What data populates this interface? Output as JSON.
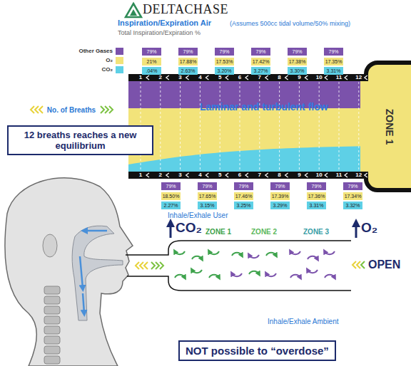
{
  "diagram": {
    "title": "Inspiration/Expiration Air",
    "nodes": [
      {
        "text": [
          "79%"
        ]
      },
      {
        "text": [
          "21%"
        ]
      },
      {
        "text": [
          ".04%"
        ]
      },
      {
        "text": [
          "79%"
        ]
      },
      {
        "text": [
          "17.88%"
        ]
      },
      {
        "text": [
          "2.63%"
        ]
      },
      {
        "text": [
          "79%"
        ]
      },
      {
        "text": [
          "17.53%"
        ]
      },
      {
        "text": [
          "3.20%"
        ]
      },
      {
        "text": [
          "79%"
        ]
      },
      {
        "text": [
          "17.42%"
        ]
      },
      {
        "text": [
          "3.27%"
        ]
      },
      {
        "text": [
          "79%"
        ]
      },
      {
        "text": [
          "17.38%"
        ]
      },
      {
        "text": [
          "3.30%"
        ]
      },
      {
        "text": [
          "79%"
        ]
      },
      {
        "text": [
          "17.35%"
        ]
      },
      {
        "text": [
          "3.31%"
        ]
      },
      {
        "text": [
          "79%"
        ]
      },
      {
        "text": [
          "18.50%"
        ]
      },
      {
        "text": [
          "2.27%"
        ]
      },
      {
        "text": [
          "79%"
        ]
      },
      {
        "text": [
          "17.65%"
        ]
      },
      {
        "text": [
          "3.15%"
        ]
      },
      {
        "text": [
          "79%"
        ]
      },
      {
        "text": [
          "17.46%"
        ]
      },
      {
        "text": [
          "3.25%"
        ]
      },
      {
        "text": [
          "79%"
        ]
      },
      {
        "text": [
          "17.39%"
        ]
      },
      {
        "text": [
          "3.29%"
        ]
      },
      {
        "text": [
          "79%"
        ]
      },
      {
        "text": [
          "17.36%"
        ]
      },
      {
        "text": [
          "3.31%"
        ]
      },
      {
        "text": [
          "79%"
        ]
      },
      {
        "text": [
          "17.34%"
        ]
      },
      {
        "text": [
          "3.32%"
        ]
      },
      {
        "text": [
          "Laminar and turbulent flow"
        ]
      },
      {
        "text": [
          "ZONE 1"
        ]
      },
      {
        "text": [
          "12 breaths reaches a new equilibrium"
        ]
      },
      {
        "text": [
          "ZONE 1",
          "ZONE 2",
          "ZONE 3"
        ]
      },
      {
        "text": [
          "NOT possible to “overdose”"
        ]
      }
    ],
    "labels": [
      "DELTACHASE",
      "(Assumes 500cc tidal volume/50% mixing)",
      "Total Inspiration/Expiration %",
      "1",
      "2",
      "3",
      "4",
      "5",
      "6",
      "7",
      "8",
      "9",
      "10",
      "11",
      "12",
      "1",
      "2",
      "3",
      "4",
      "5",
      "6",
      "7",
      "8",
      "9",
      "10",
      "11",
      "12",
      "No. of Breaths",
      "Inhale/Exhale User",
      "CO₂",
      "O₂",
      "OPEN",
      "Inhale/Exhale Ambient"
    ],
    "legend": [
      {
        "text": "Other Gases",
        "color": "#7b52ab"
      },
      {
        "text": "O₂",
        "color": "#f2e37a"
      },
      {
        "text": "CO₂",
        "color": "#5ed0e6"
      }
    ]
  }
}
